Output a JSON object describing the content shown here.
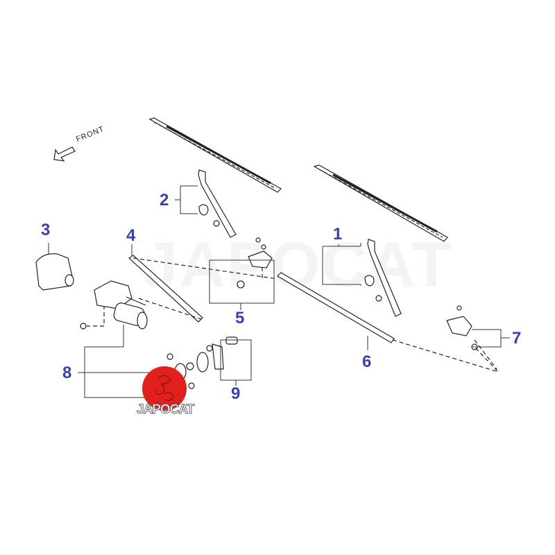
{
  "direction_label": "FRONT",
  "watermark": "JAPOCAT",
  "logo": {
    "text": "JAPOCAT",
    "color": "#e0201c"
  },
  "callout_color": "#3b3fb5",
  "callouts": [
    "1",
    "2",
    "3",
    "4",
    "5",
    "6",
    "7",
    "8",
    "9"
  ]
}
